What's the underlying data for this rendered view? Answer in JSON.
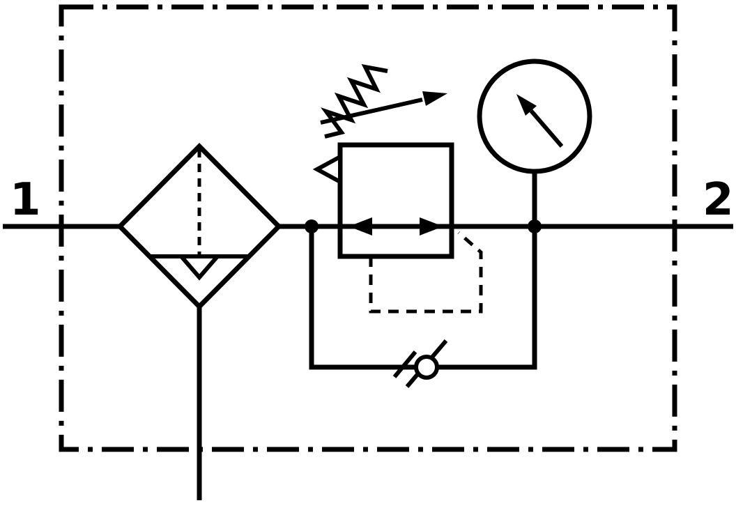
{
  "diagram": {
    "title": "Filter-regulator unit pneumatic circuit symbol",
    "background_color": "#ffffff",
    "line_color": "#000000",
    "ports": {
      "inlet": {
        "label": "1"
      },
      "outlet": {
        "label": "2"
      }
    },
    "components": [
      {
        "id": "enclosure",
        "name": "assembly-boundary-dash-dot",
        "style": "dash-dot-rectangle"
      },
      {
        "id": "filter",
        "name": "filter-with-water-separator"
      },
      {
        "id": "regulator",
        "name": "adjustable-pressure-regulator-with-relief"
      },
      {
        "id": "gauge",
        "name": "pressure-gauge"
      },
      {
        "id": "check-valve",
        "name": "bypass-check-valve"
      },
      {
        "id": "drain",
        "name": "condensate-drain-line"
      },
      {
        "id": "pilot",
        "name": "pilot-sensing-line"
      }
    ]
  }
}
